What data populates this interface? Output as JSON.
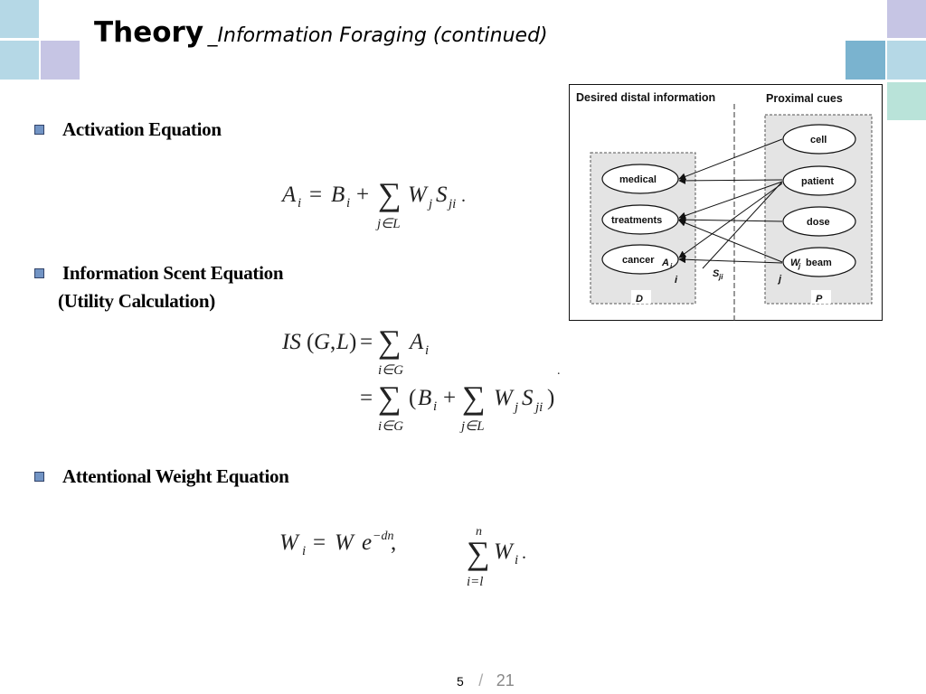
{
  "slide": {
    "title": "Theory",
    "subtitle": "_Information Foraging (continued)"
  },
  "bullets": [
    {
      "text": "Activation Equation"
    },
    {
      "text": "Information Scent Equation",
      "text_line2": "(Utility Calculation)"
    },
    {
      "text": "Attentional Weight Equation"
    }
  ],
  "equations": {
    "activation": "A_i = B_i + Σ_{j∈L} W_j S_ji .",
    "scent_line1": "IS(G, L) = Σ_{i∈G} A_i",
    "scent_line2": "= Σ_{i∈G} (B_i + Σ_{j∈L} W_j S_ji) .",
    "weight_a": "W_i = W e^{−dn},",
    "weight_b": "Σ_{i=l}^{n} W_i ."
  },
  "diagram": {
    "left_header": "Desired distal information",
    "right_header": "Proximal cues",
    "distal_nodes": [
      "medical",
      "treatments",
      "cancer"
    ],
    "proximal_nodes": [
      "cell",
      "patient",
      "dose",
      "beam"
    ],
    "label_A": "A",
    "label_i_sub": "i",
    "label_i": "i",
    "label_S": "S",
    "label_S_sub": "ji",
    "label_j": "j",
    "label_W": "W",
    "label_W_sub": "j",
    "box_D": "D",
    "box_P": "P"
  },
  "pagination": {
    "current": "5",
    "separator": "/",
    "total": "21"
  },
  "colors": {
    "square_light_blue": "#b5d8e6",
    "square_lavender": "#c6c5e4",
    "square_steel_blue": "#7ab3cf",
    "square_mint": "#b9e3d9",
    "bullet_fill": "#7294c4"
  }
}
